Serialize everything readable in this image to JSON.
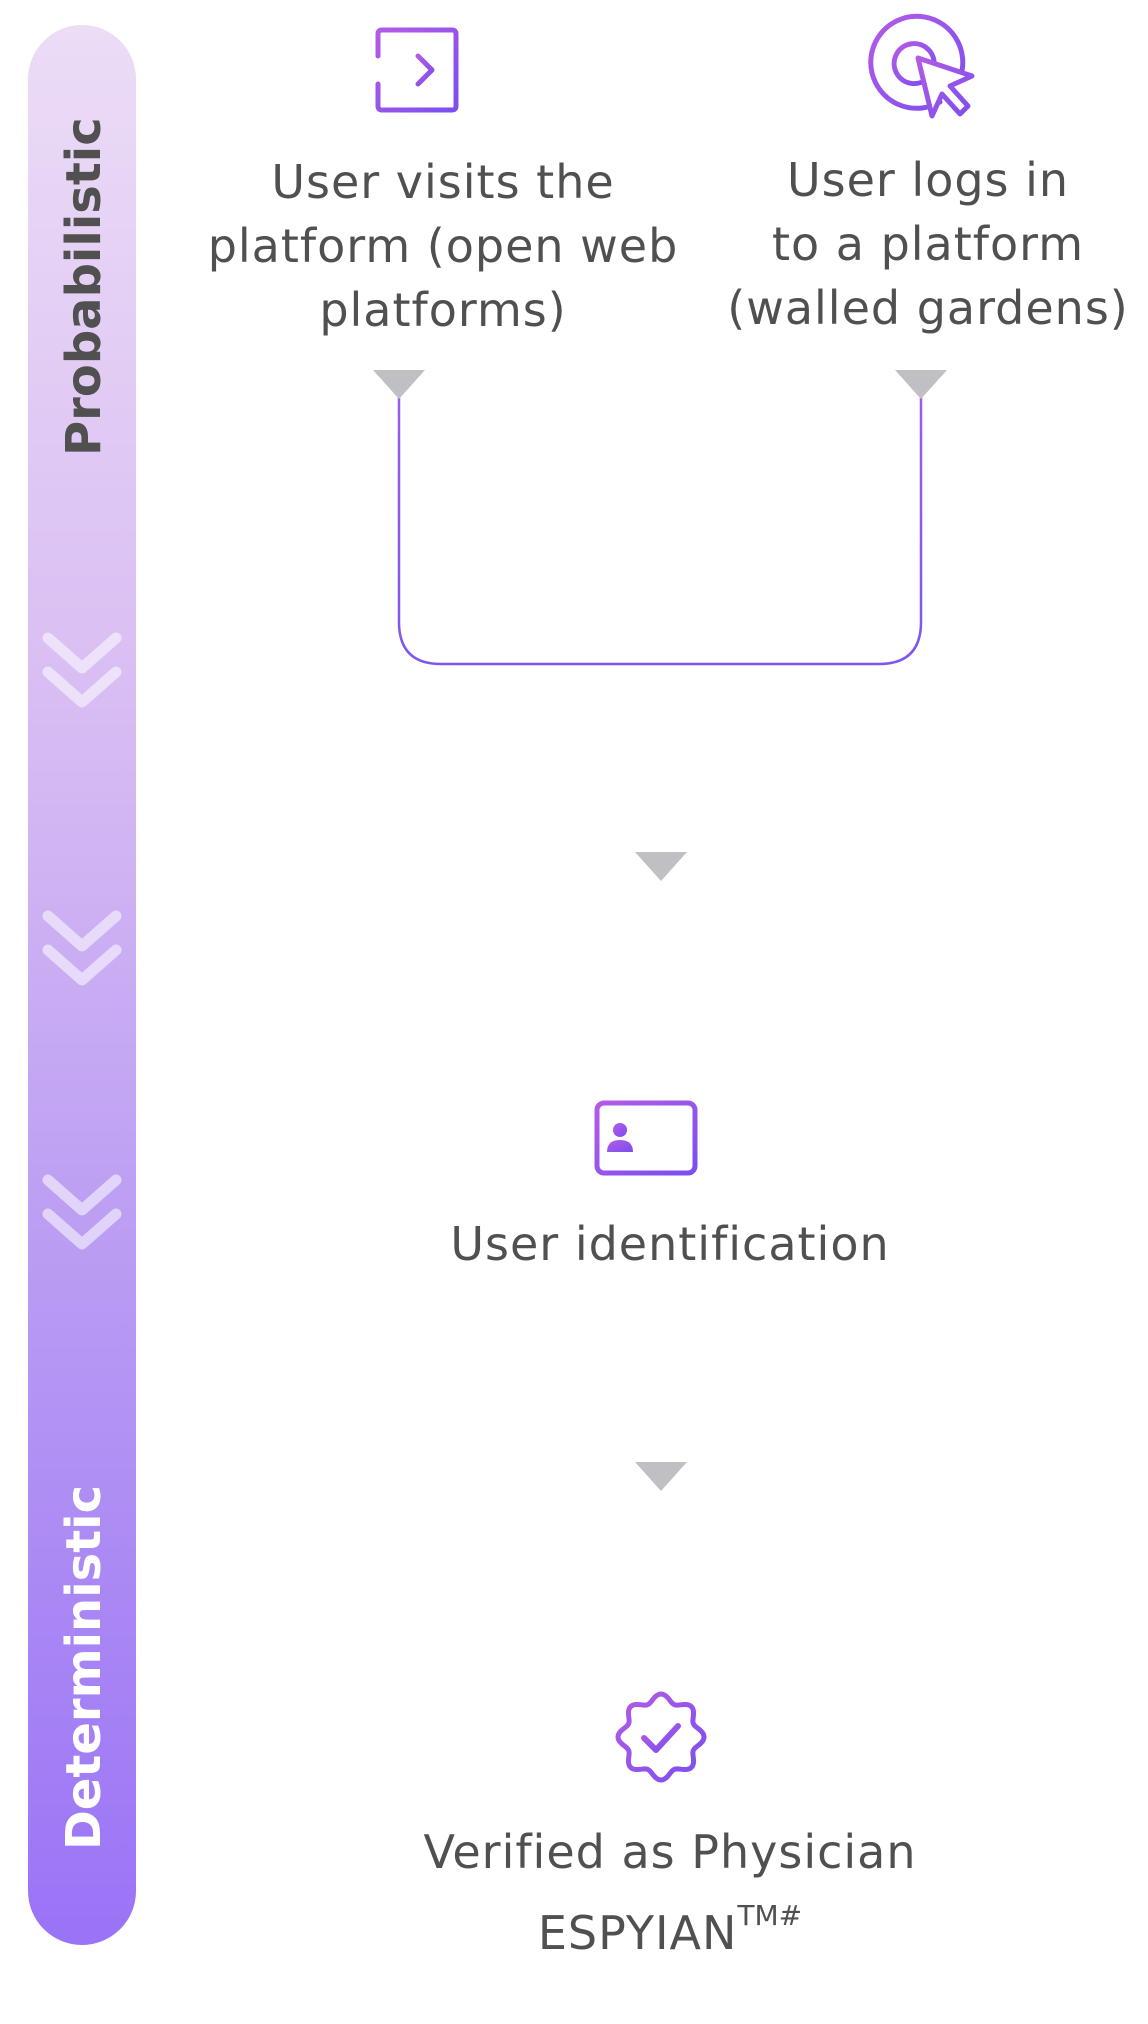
{
  "stage_bar": {
    "top_label": "Probabilistic",
    "bottom_label": "Deterministic",
    "chevron_icon": "double-chevron-down-icon"
  },
  "nodes": [
    {
      "icon": "sign-in-icon",
      "text": "User visits the\nplatform (open web\nplatforms)"
    },
    {
      "icon": "target-cursor-icon",
      "text": "User logs in\nto a platform\n(walled gardens)"
    },
    {
      "icon": "id-card-icon",
      "text": "User identification"
    },
    {
      "icon": "verified-badge-icon",
      "text": "Verified as Physician\nESPYIAN",
      "superscript": "TM#"
    }
  ],
  "colors": {
    "accent": "#8a4be8",
    "line": "#8a4be8",
    "arrow": "#c0c0c4",
    "text": "#505050",
    "bar_top": "#ecdcf6",
    "bar_bottom": "#9a73f6"
  }
}
